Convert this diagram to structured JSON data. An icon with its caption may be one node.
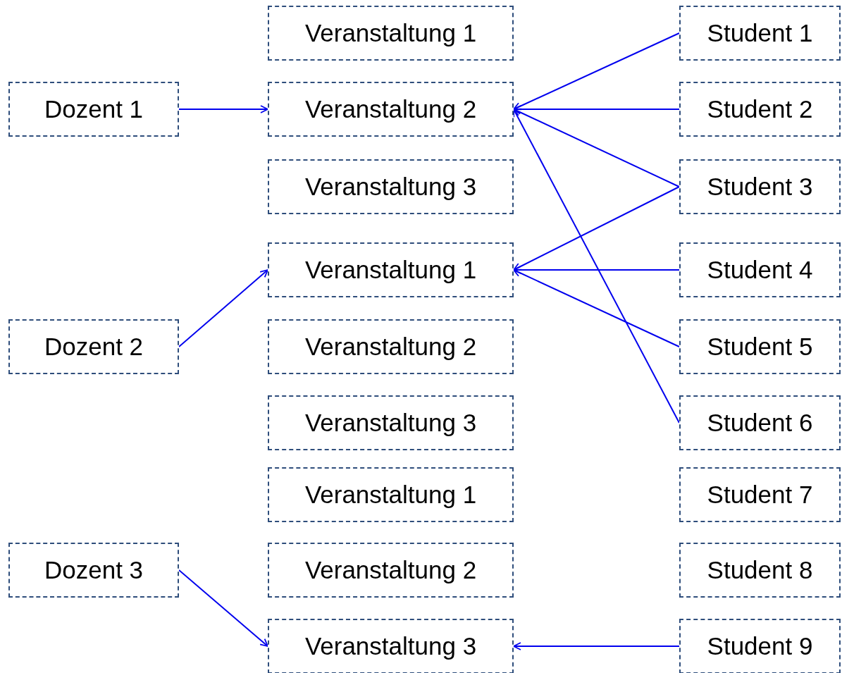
{
  "diagram": {
    "nodes": [
      {
        "text": [
          "Dozent 1"
        ]
      },
      {
        "text": [
          "Dozent 2"
        ]
      },
      {
        "text": [
          "Dozent 3"
        ]
      },
      {
        "text": [
          "Veranstaltung 1"
        ]
      },
      {
        "text": [
          "Veranstaltung 2"
        ]
      },
      {
        "text": [
          "Veranstaltung 3"
        ]
      },
      {
        "text": [
          "Veranstaltung 1"
        ]
      },
      {
        "text": [
          "Veranstaltung 2"
        ]
      },
      {
        "text": [
          "Veranstaltung 3"
        ]
      },
      {
        "text": [
          "Veranstaltung 1"
        ]
      },
      {
        "text": [
          "Veranstaltung 2"
        ]
      },
      {
        "text": [
          "Veranstaltung 3"
        ]
      },
      {
        "text": [
          "Student 1"
        ]
      },
      {
        "text": [
          "Student 2"
        ]
      },
      {
        "text": [
          "Student 3"
        ]
      },
      {
        "text": [
          "Student 4"
        ]
      },
      {
        "text": [
          "Student 5"
        ]
      },
      {
        "text": [
          "Student 6"
        ]
      },
      {
        "text": [
          "Student 7"
        ]
      },
      {
        "text": [
          "Student 8"
        ]
      },
      {
        "text": [
          "Student 9"
        ]
      }
    ],
    "edges": [
      {
        "from": 0,
        "to": 4,
        "arrow": "to"
      },
      {
        "from": 1,
        "to": 6,
        "arrow": "to"
      },
      {
        "from": 2,
        "to": 11,
        "arrow": "to"
      },
      {
        "from": 12,
        "to": 4,
        "arrow": "to"
      },
      {
        "from": 13,
        "to": 4,
        "arrow": "to"
      },
      {
        "from": 14,
        "to": 4,
        "arrow": "to"
      },
      {
        "from": 14,
        "to": 6,
        "arrow": "to"
      },
      {
        "from": 15,
        "to": 6,
        "arrow": "to"
      },
      {
        "from": 16,
        "to": 6,
        "arrow": "to"
      },
      {
        "from": 17,
        "to": 4,
        "arrow": "to"
      },
      {
        "from": 20,
        "to": 11,
        "arrow": "to"
      }
    ]
  }
}
